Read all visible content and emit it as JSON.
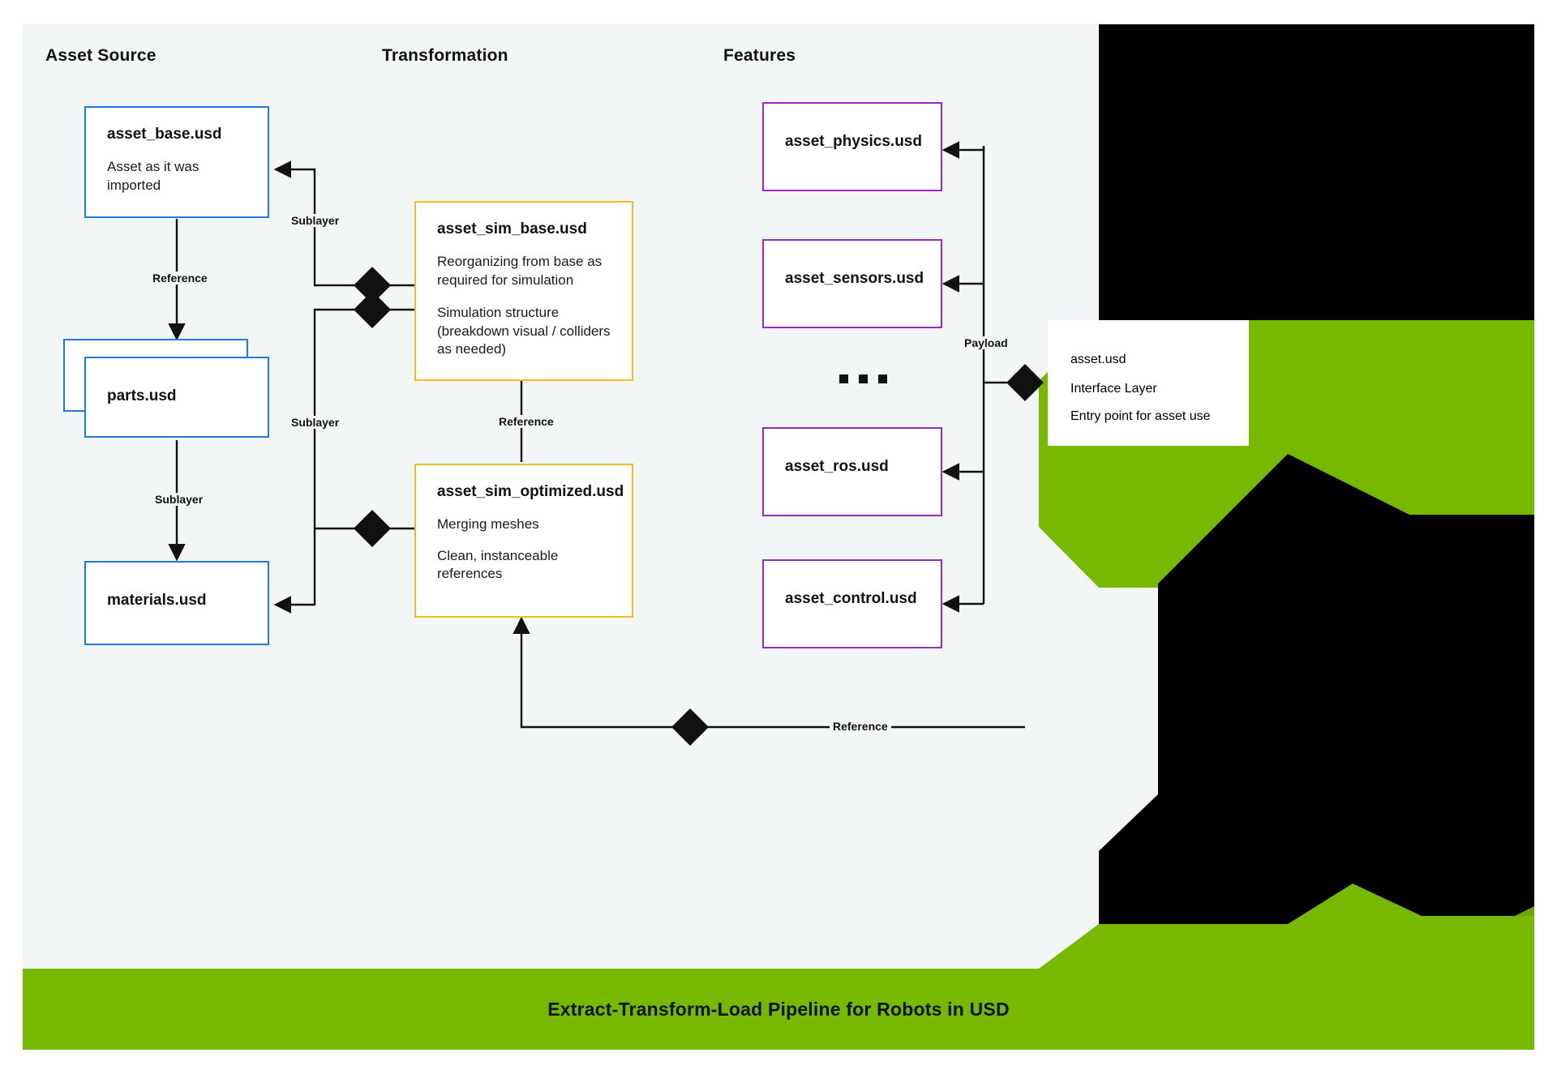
{
  "canvas": {
    "background": "#f2f6f7",
    "accent_green": "#76b900",
    "accent_black": "#000000"
  },
  "columns": [
    {
      "id": "asset-source",
      "label": "Asset Source"
    },
    {
      "id": "transformation",
      "label": "Transformation"
    },
    {
      "id": "features",
      "label": "Features"
    }
  ],
  "nodes": {
    "asset_base": {
      "title": "asset_base.usd",
      "body": "Asset as it was\nimported",
      "border_color": "#1f7ae0"
    },
    "parts": {
      "title": "parts.usd",
      "body": "",
      "border_color": "#1f7ae0",
      "stacked": true
    },
    "materials": {
      "title": "materials.usd",
      "body": "",
      "border_color": "#1f7ae0"
    },
    "asset_sim_base": {
      "title": "asset_sim_base.usd",
      "body": "Reorganizing from base as\nrequired for simulation",
      "body2": "Simulation structure\n(breakdown visual / colliders\nas needed)",
      "border_color": "#f2bc1a"
    },
    "asset_sim_optimized": {
      "title": "asset_sim_optimized.usd",
      "body": "Merging meshes",
      "body2": "Clean, instanceable\nreferences",
      "border_color": "#f2bc1a"
    },
    "asset_physics": {
      "title": "asset_physics.usd",
      "border_color": "#9b27c9"
    },
    "asset_sensors": {
      "title": "asset_sensors.usd",
      "border_color": "#9b27c9"
    },
    "asset_ros": {
      "title": "asset_ros.usd",
      "border_color": "#9b27c9"
    },
    "asset_control": {
      "title": "asset_control.usd",
      "border_color": "#9b27c9"
    },
    "asset": {
      "title": "asset.usd",
      "body": "Interface Layer",
      "body2": "Entry point for asset use",
      "border_color": "none"
    },
    "ellipsis": {
      "glyph": "..."
    }
  },
  "edges": [
    {
      "id": "base-to-parts",
      "label": "Reference"
    },
    {
      "id": "parts-to-materials",
      "label": "Sublayer"
    },
    {
      "id": "simbase-to-base",
      "label": "Sublayer"
    },
    {
      "id": "simopt-to-materials",
      "label": "Sublayer"
    },
    {
      "id": "simopt-to-simbase",
      "label": "Reference"
    },
    {
      "id": "asset-to-features",
      "label": "Payload"
    },
    {
      "id": "asset-to-simoptimized",
      "label": "Reference"
    }
  ],
  "banner": {
    "text": "Extract-Transform-Load Pipeline for Robots in USD",
    "background": "#76b900",
    "text_color": "#111111"
  }
}
